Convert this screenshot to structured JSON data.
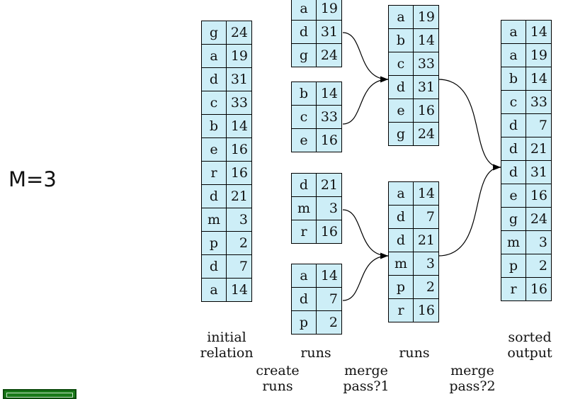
{
  "memory_label": "M=3",
  "blocks": {
    "initial": [
      [
        "g",
        "24"
      ],
      [
        "a",
        "19"
      ],
      [
        "d",
        "31"
      ],
      [
        "c",
        "33"
      ],
      [
        "b",
        "14"
      ],
      [
        "e",
        "16"
      ],
      [
        "r",
        "16"
      ],
      [
        "d",
        "21"
      ],
      [
        "m",
        "3"
      ],
      [
        "p",
        "2"
      ],
      [
        "d",
        "7"
      ],
      [
        "a",
        "14"
      ]
    ],
    "run1": [
      [
        "a",
        "19"
      ],
      [
        "d",
        "31"
      ],
      [
        "g",
        "24"
      ]
    ],
    "run2": [
      [
        "b",
        "14"
      ],
      [
        "c",
        "33"
      ],
      [
        "e",
        "16"
      ]
    ],
    "run3": [
      [
        "d",
        "21"
      ],
      [
        "m",
        "3"
      ],
      [
        "r",
        "16"
      ]
    ],
    "run4": [
      [
        "a",
        "14"
      ],
      [
        "d",
        "7"
      ],
      [
        "p",
        "2"
      ]
    ],
    "merged1": [
      [
        "a",
        "19"
      ],
      [
        "b",
        "14"
      ],
      [
        "c",
        "33"
      ],
      [
        "d",
        "31"
      ],
      [
        "e",
        "16"
      ],
      [
        "g",
        "24"
      ]
    ],
    "merged2": [
      [
        "a",
        "14"
      ],
      [
        "d",
        "7"
      ],
      [
        "d",
        "21"
      ],
      [
        "m",
        "3"
      ],
      [
        "p",
        "2"
      ],
      [
        "r",
        "16"
      ]
    ],
    "sorted": [
      [
        "a",
        "14"
      ],
      [
        "a",
        "19"
      ],
      [
        "b",
        "14"
      ],
      [
        "c",
        "33"
      ],
      [
        "d",
        "7"
      ],
      [
        "d",
        "21"
      ],
      [
        "d",
        "31"
      ],
      [
        "e",
        "16"
      ],
      [
        "g",
        "24"
      ],
      [
        "m",
        "3"
      ],
      [
        "p",
        "2"
      ],
      [
        "r",
        "16"
      ]
    ]
  },
  "labels": {
    "initial_relation": [
      "initial",
      "relation"
    ],
    "runs_1": [
      "runs"
    ],
    "runs_2": [
      "runs"
    ],
    "sorted_output": [
      "sorted",
      "output"
    ],
    "create_runs": [
      "create",
      "runs"
    ],
    "merge_pass_1": [
      "merge",
      "pass?1"
    ],
    "merge_pass_2": [
      "merge",
      "pass?2"
    ]
  }
}
